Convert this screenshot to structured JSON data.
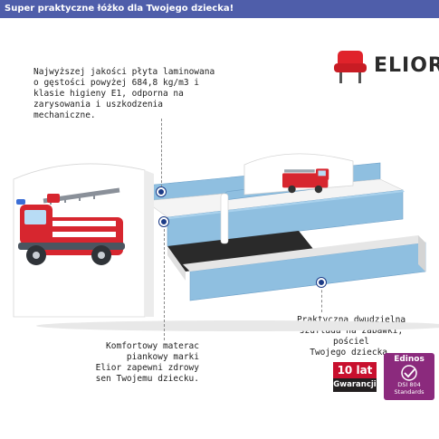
{
  "banner": {
    "title": "Super praktyczne łóżko dla Twojego dziecka!"
  },
  "brand": {
    "name": "ELIOR",
    "icon": "armchair-logo-icon",
    "icon_color": "#e0232b"
  },
  "callouts": [
    {
      "id": "board",
      "lines": [
        "Najwyższej jakości płyta laminowana",
        "o gęstości powyżej 684,8 kg/m3 i",
        "klasie higieny E1, odporna na",
        "zarysowania i uszkodzenia",
        "mechaniczne."
      ]
    },
    {
      "id": "mattress",
      "lines": [
        "Komfortowy materac",
        "piankowy marki",
        "Elior zapewni zdrowy",
        "sen Twojemu dziecku."
      ]
    },
    {
      "id": "drawer",
      "lines": [
        "Praktyczna dwudzielna",
        "szuflada na zabawki, pościel",
        "Twojego dziecka."
      ]
    }
  ],
  "badges": {
    "warranty_years": "10 lat",
    "warranty_label": "Gwarancji",
    "cert_brand": "Edinos",
    "cert_code": "DSI 804",
    "cert_standard": "Standards"
  },
  "colors": {
    "banner": "#4f5eaa",
    "bed_blue": "#8fbfe0",
    "marker": "#1d3c87",
    "truck_red": "#d7262f",
    "cert_purple": "#8b2a7d"
  }
}
